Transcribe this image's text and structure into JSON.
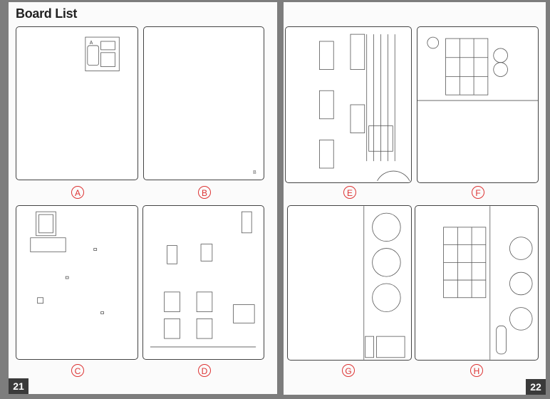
{
  "heading": "Board List",
  "boards": [
    {
      "label": "A",
      "etched": "A"
    },
    {
      "label": "B",
      "etched": "B"
    },
    {
      "label": "C"
    },
    {
      "label": "D"
    },
    {
      "label": "E"
    },
    {
      "label": "F"
    },
    {
      "label": "G"
    },
    {
      "label": "H"
    }
  ],
  "page_numbers": {
    "left": "21",
    "right": "22"
  },
  "colors": {
    "label_red": "#d33333",
    "page_number_bg": "#3a3a3a"
  }
}
